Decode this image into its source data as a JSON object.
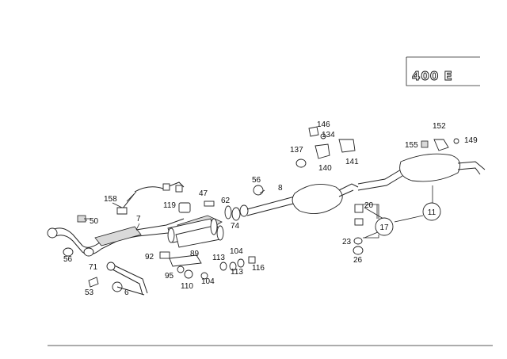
{
  "model_badge": "400 E",
  "callouts": {
    "c6": "6",
    "c7": "7",
    "c8": "8",
    "c11": "11",
    "c17": "17",
    "c20": "20",
    "c23": "23",
    "c26": "26",
    "c47": "47",
    "c50": "50",
    "c53": "53",
    "c56a": "56",
    "c56b": "56",
    "c62": "62",
    "c71": "71",
    "c74": "74",
    "c89": "89",
    "c92": "92",
    "c95": "95",
    "c104a": "104",
    "c104b": "104",
    "c110": "110",
    "c113a": "113",
    "c113b": "113",
    "c116": "116",
    "c119": "119",
    "c134": "134",
    "c137": "137",
    "c140": "140",
    "c141": "141",
    "c146": "146",
    "c149": "149",
    "c152": "152",
    "c155": "155",
    "c158": "158"
  }
}
